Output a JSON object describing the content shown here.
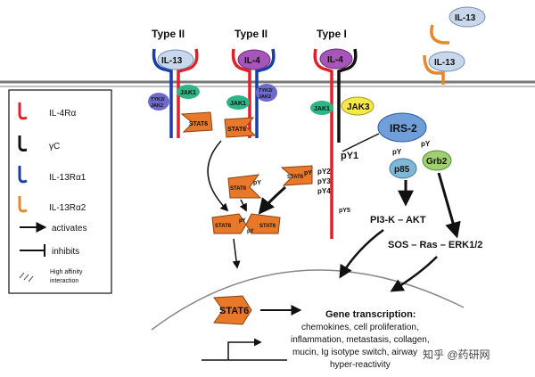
{
  "receptors": {
    "type2_il13": "Type II",
    "type2_il4": "Type II",
    "type1": "Type I"
  },
  "ligands": {
    "il13_a": "IL-13",
    "il4_a": "IL-4",
    "il4_b": "IL-4",
    "il13_free": "IL-13",
    "il13_bound": "IL-13"
  },
  "kinases": {
    "jak1_a": "JAK1",
    "tyk2_a": "TYK2/\nJAK2",
    "jak1_b": "JAK1",
    "tyk2_b": "TYK2/\nJAK2",
    "jak1_c": "JAK1",
    "jak3": "JAK3"
  },
  "stat": {
    "stat6_a": "STAT6",
    "stat6_b": "STAT6",
    "stat6_py_left": "STAT6",
    "py_left": "pY",
    "stat6_py_right": "STAT6",
    "py_right": "pY",
    "dimer_left": "STAT6",
    "dimer_right": "STAT6",
    "dimer_py1": "pY",
    "dimer_py2": "pY",
    "nuclear": "STAT6"
  },
  "phospho": {
    "py1": "pY1",
    "py2": "pY2",
    "py3": "pY3",
    "py4": "pY4",
    "py5": "pY5"
  },
  "signaling": {
    "irs2": "IRS-2",
    "py_irs_a": "pY",
    "py_irs_b": "pY",
    "p85": "p85",
    "grb2": "Grb2",
    "pi3k": "PI3-K – AKT",
    "sos": "SOS – Ras – ERK1/2"
  },
  "legend": {
    "il4ra": "IL-4Rα",
    "gc": "γC",
    "il13ra1": "IL-13Rα1",
    "il13ra2": "IL-13Rα2",
    "activates": "activates",
    "inhibits": "inhibits",
    "high_affinity": "High affinity\ninteraction"
  },
  "transcription": {
    "title": "Gene transcription:",
    "line1": "chemokines, cell proliferation,",
    "line2": "inflammation, metastasis, collagen,",
    "line3": "mucin, Ig isotype switch, airway",
    "line4": "hyper-reactivity"
  },
  "watermark": "知乎 @药研网",
  "colors": {
    "il4ra": "#e0202a",
    "gc": "#111111",
    "il13ra1": "#1a3ea8",
    "il13ra2": "#e8862a",
    "stat6": "#e8782a",
    "jak": "#2fb488",
    "tyk2": "#6d6acb",
    "il4": "#a655b8",
    "il13": "#c9d7ea",
    "jak3": "#f4e84a",
    "irs2": "#6f9ed8",
    "p85": "#7fb8d6",
    "grb2": "#9fcf70"
  }
}
